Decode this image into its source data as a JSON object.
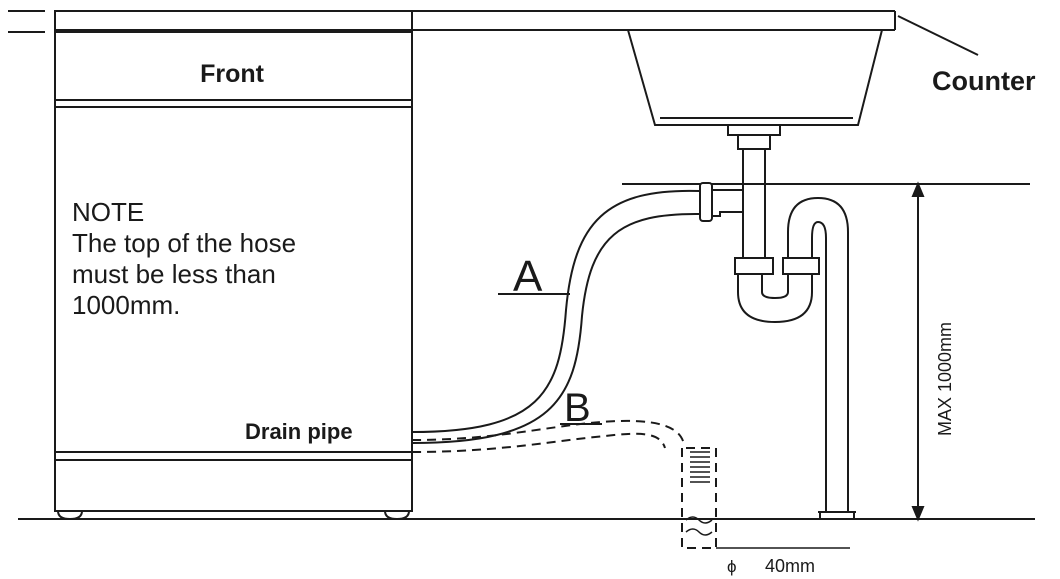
{
  "diagram": {
    "counter_label": "Counter",
    "front_label": "Front",
    "note_title": "NOTE",
    "note_lines": [
      "The top of the hose",
      "must be less than",
      "1000mm."
    ],
    "drain_label": "Drain pipe",
    "hose_a_label": "A",
    "hose_b_label": "B",
    "height_label": "MAX 1000mm",
    "diameter_symbol": "ϕ",
    "diameter_label": "40mm",
    "colors": {
      "ink": "#1a1a1a",
      "background": "#ffffff"
    }
  }
}
